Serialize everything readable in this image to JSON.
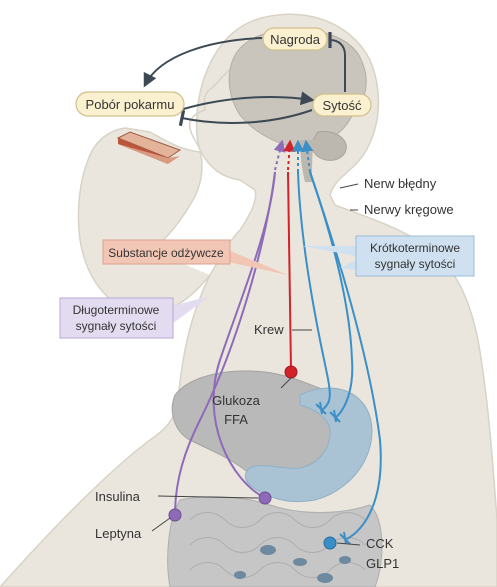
{
  "labels": {
    "reward": "Nagroda",
    "food_intake": "Pobór pokarmu",
    "satiety": "Sytość",
    "vagus_nerve": "Nerw błędny",
    "spinal_nerves": "Nerwy kręgowe",
    "nutrients": "Substancje odżywcze",
    "short_term_line1": "Krótkoterminowe",
    "short_term_line2": "sygnały sytości",
    "long_term_line1": "Długoterminowe",
    "long_term_line2": "sygnały sytości",
    "blood": "Krew",
    "glucose": "Glukoza",
    "ffa": "FFA",
    "insulin": "Insulina",
    "leptin": "Leptyna",
    "cck": "CCK",
    "glp1": "GLP1"
  },
  "colors": {
    "body": "#eae6dd",
    "body_outline": "#d9d3c6",
    "brain": "#c9c5bd",
    "organs": "#b9b9b9",
    "stomach": "#a9c3d4",
    "pill_fill": "#fbf0cf",
    "pill_stroke": "#cfc08a",
    "nerve_blue": "#3a8fc8",
    "nerve_red": "#d2232a",
    "nerve_purple": "#8e6bb8",
    "arrow_dark": "#3d4a55",
    "nutrients_box": "#f2c6b4",
    "short_term_box": "#cfe1f0",
    "long_term_box": "#e3dcf0"
  }
}
